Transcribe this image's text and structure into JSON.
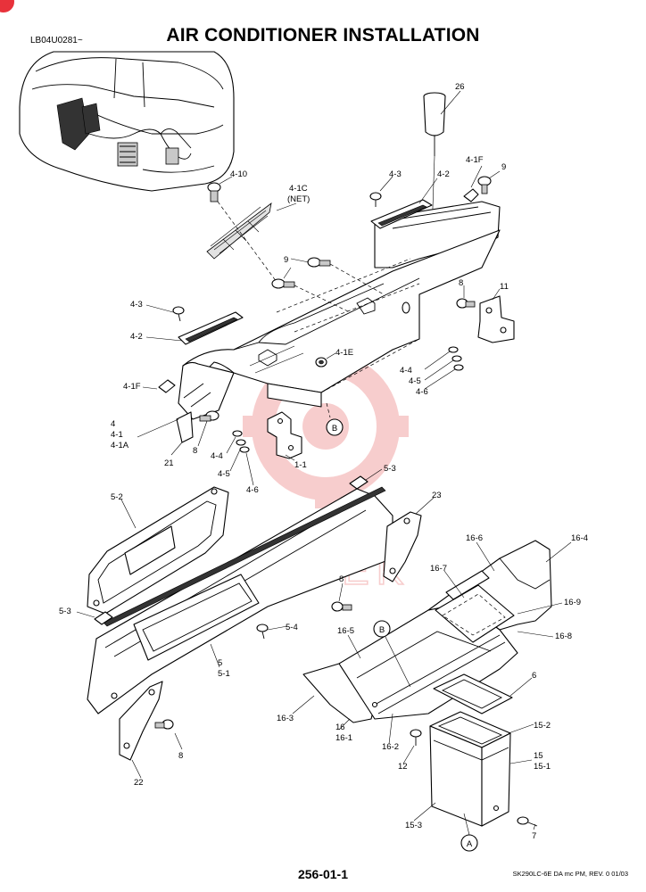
{
  "header": {
    "title": "AIR CONDITIONER INSTALLATION",
    "model_code": "LB04U0281~"
  },
  "footer": {
    "page_number": "256-01-1",
    "note": "SK290LC-6E DA mc PM, REV. 0 01/03"
  },
  "watermark": {
    "text": "HITEK",
    "color": "#f2a6a6"
  },
  "colors": {
    "badge": "#e8323b",
    "line": "#000000"
  },
  "callouts": {
    "c26": "26",
    "c4_10": "4-10",
    "c4_1C": "4-1C",
    "c_net": "(NET)",
    "c4_3_top": "4-3",
    "c4_2_top": "4-2",
    "c4_1F_top": "4-1F",
    "c9_top": "9",
    "c9_mid": "9",
    "c8_right": "8",
    "c11": "11",
    "c4_3_left": "4-3",
    "c4_2_left": "4-2",
    "c4_1E": "4-1E",
    "c4_4_right": "4-4",
    "c4_5_right": "4-5",
    "c4_6_right": "4-6",
    "c4_1F_left": "4-1F",
    "c4": "4",
    "c4_1": "4-1",
    "c4_1A": "4-1A",
    "c8_mid": "8",
    "c21": "21",
    "c4_4_left": "4-4",
    "c4_5_left": "4-5",
    "c4_6_left": "4-6",
    "c1_1": "1-1",
    "cB_top": "B",
    "c5_3_top": "5-3",
    "c5_2": "5-2",
    "c23": "23",
    "c16_6": "16-6",
    "c16_4": "16-4",
    "c16_7": "16-7",
    "c16_9": "16-9",
    "c8_low": "8",
    "c5_3_left": "5-3",
    "c5_4": "5-4",
    "c16_5": "16-5",
    "cB_low": "B",
    "c16_8": "16-8",
    "c5": "5",
    "c5_1": "5-1",
    "c6": "6",
    "c16_3": "16-3",
    "c15_2": "15-2",
    "c16": "16",
    "c16_1": "16-1",
    "c16_2": "16-2",
    "c15": "15",
    "c15_1": "15-1",
    "c12": "12",
    "c8_bottom": "8",
    "c22": "22",
    "c15_3": "15-3",
    "cA": "A",
    "c7": "7"
  }
}
